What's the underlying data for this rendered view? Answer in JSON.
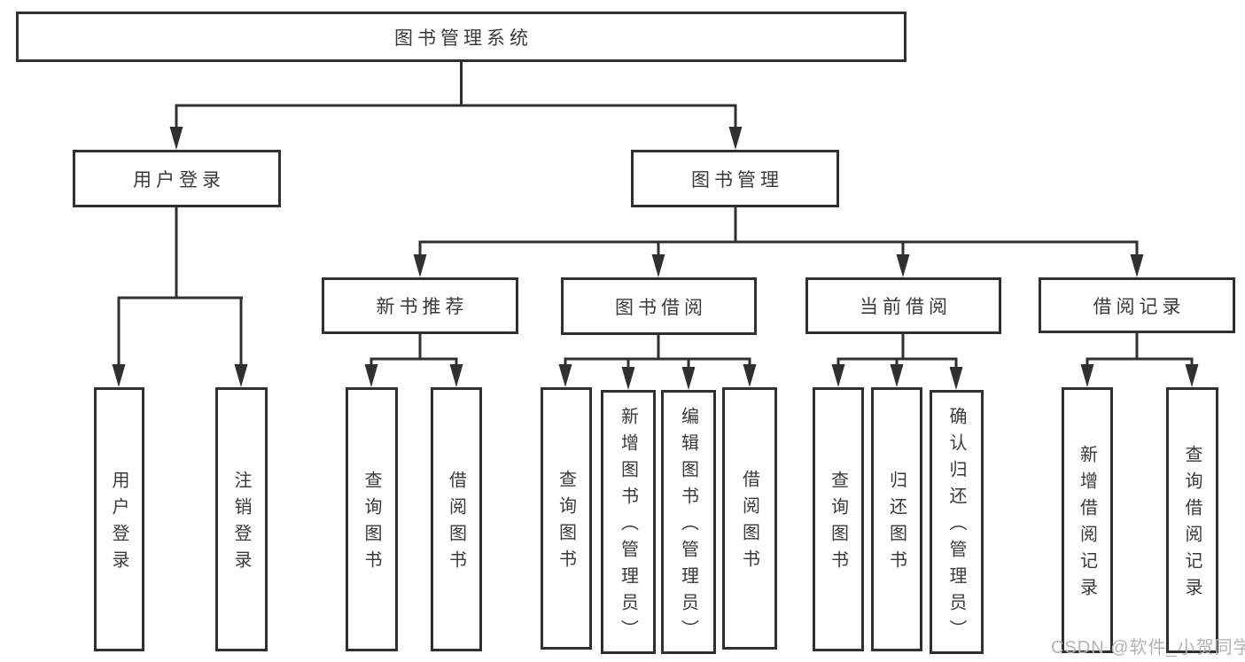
{
  "diagram": {
    "root": "图书管理系统",
    "level2": {
      "user_login": "用户登录",
      "book_mgmt": "图书管理"
    },
    "level3": {
      "new_books": "新书推荐",
      "book_borrow": "图书借阅",
      "current_borrow": "当前借阅",
      "borrow_records": "借阅记录"
    },
    "leaves": {
      "user_login": "用户登录",
      "logout": "注销登录",
      "new_books_query": "查询图书",
      "new_books_borrow": "借阅图书",
      "borrow_query": "查询图书",
      "borrow_add": "新增图书（管理员）",
      "borrow_edit": "编辑图书（管理员）",
      "borrow_borrow": "借阅图书",
      "current_query": "查询图书",
      "current_return": "归还图书",
      "current_confirm": "确认归还（管理员）",
      "records_add": "新增借阅记录",
      "records_query": "查询借阅记录"
    },
    "watermark": "CSDN @软件_小贺同学",
    "colors": {
      "line": "#303030",
      "text": "#3a3a3a",
      "background": "#ffffff",
      "watermark": "#b3b3b3"
    }
  }
}
